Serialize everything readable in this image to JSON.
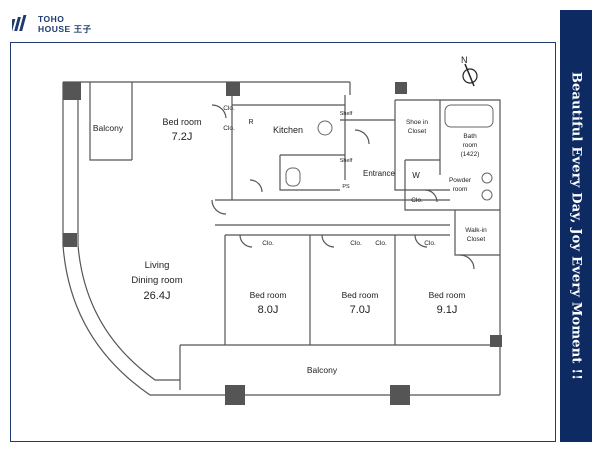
{
  "brand": {
    "line1": "TOHO",
    "line2": "HOUSE 王子"
  },
  "banner": {
    "text": "Beautiful Every Day, Joy Every Moment !!"
  },
  "compass": {
    "label": "N"
  },
  "rooms": {
    "balcony_nw": "Balcony",
    "bedroom_nw": {
      "name": "Bed room",
      "size": "7.2J"
    },
    "kitchen": "Kitchen",
    "clo_a": "Clo.",
    "clo_b": "Clo.",
    "r_mark": "R",
    "shelf_a": "Shelf",
    "shelf_b": "Shelf",
    "ps": "PS",
    "entrance": "Entrance",
    "shoe_closet": [
      "Shoe in",
      "Closet"
    ],
    "bath": [
      "Bath",
      "room",
      "(1422)"
    ],
    "w_mark": "W",
    "powder": [
      "Powder",
      "room"
    ],
    "clo_c": "Clo.",
    "walkin": [
      "Walk-in",
      "Closet"
    ],
    "living": {
      "line1": "Living",
      "line2": "Dining room",
      "size": "26.4J"
    },
    "clo_d": "Clo.",
    "clo_e": "Clo.",
    "clo_f": "Clo.",
    "clo_g": "Clo.",
    "bed_a": {
      "name": "Bed room",
      "size": "8.0J"
    },
    "bed_b": {
      "name": "Bed room",
      "size": "7.0J"
    },
    "bed_c": {
      "name": "Bed room",
      "size": "9.1J"
    },
    "balcony_s": "Balcony"
  }
}
